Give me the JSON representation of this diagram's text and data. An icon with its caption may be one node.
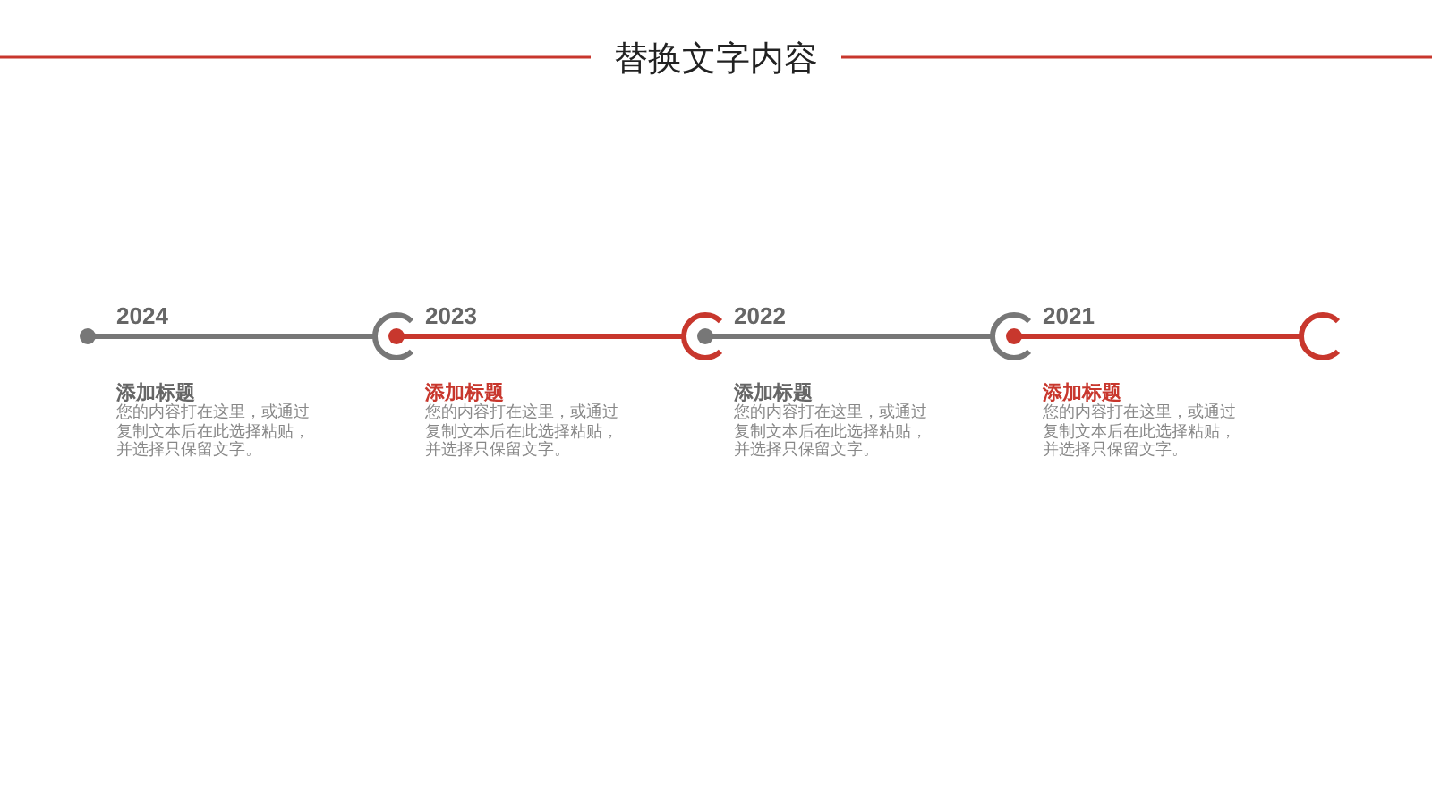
{
  "diagram": {
    "title": "替换文字内容",
    "labels": [
      "2024",
      "添加标题",
      "您的内容打在这里，或通过复制文本后在此选择粘贴，并选择只保留文字。",
      "2023",
      "添加标题",
      "您的内容打在这里，或通过复制文本后在此选择粘贴，并选择只保留文字。",
      "2022",
      "添加标题",
      "您的内容打在这里，或通过复制文本后在此选择粘贴，并选择只保留文字。",
      "2021",
      "添加标题",
      "您的内容打在这里，或通过复制文本后在此选择粘贴，并选择只保留文字。"
    ]
  }
}
